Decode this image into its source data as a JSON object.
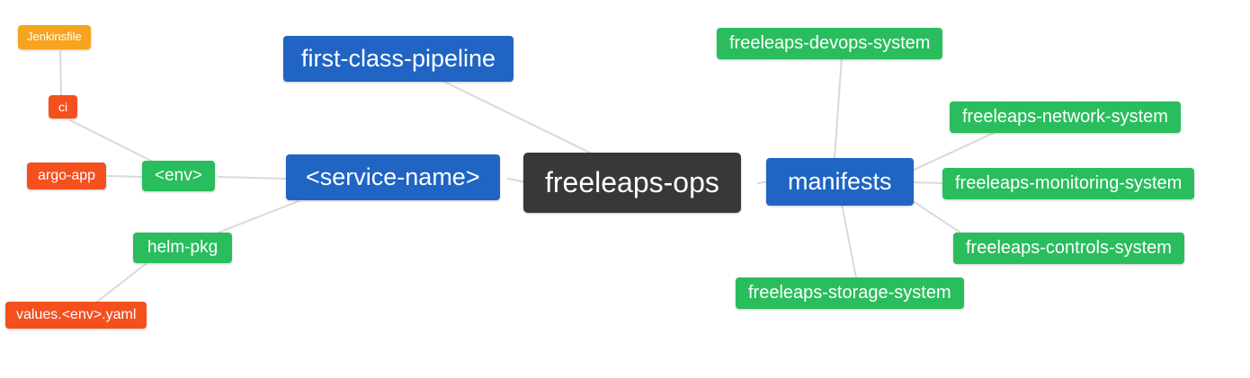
{
  "diagram": {
    "center": {
      "label": "freeleaps-ops"
    },
    "nodes": {
      "first_class_pipeline": {
        "label": "first-class-pipeline"
      },
      "service_name": {
        "label": "<service-name>"
      },
      "manifests": {
        "label": "manifests"
      },
      "env": {
        "label": "<env>"
      },
      "ci": {
        "label": "ci"
      },
      "jenkinsfile": {
        "label": "Jenkinsfile"
      },
      "argo_app": {
        "label": "argo-app"
      },
      "helm_pkg": {
        "label": "helm-pkg"
      },
      "values_env_yaml": {
        "label": "values.<env>.yaml"
      },
      "devops_system": {
        "label": "freeleaps-devops-system"
      },
      "network_system": {
        "label": "freeleaps-network-system"
      },
      "monitoring_system": {
        "label": "freeleaps-monitoring-system"
      },
      "controls_system": {
        "label": "freeleaps-controls-system"
      },
      "storage_system": {
        "label": "freeleaps-storage-system"
      }
    },
    "edges": [
      {
        "from": "freeleaps-ops",
        "to": "first-class-pipeline"
      },
      {
        "from": "freeleaps-ops",
        "to": "<service-name>"
      },
      {
        "from": "freeleaps-ops",
        "to": "manifests"
      },
      {
        "from": "<service-name>",
        "to": "<env>"
      },
      {
        "from": "<service-name>",
        "to": "helm-pkg"
      },
      {
        "from": "<env>",
        "to": "ci"
      },
      {
        "from": "<env>",
        "to": "argo-app"
      },
      {
        "from": "ci",
        "to": "Jenkinsfile"
      },
      {
        "from": "helm-pkg",
        "to": "values.<env>.yaml"
      },
      {
        "from": "manifests",
        "to": "freeleaps-devops-system"
      },
      {
        "from": "manifests",
        "to": "freeleaps-network-system"
      },
      {
        "from": "manifests",
        "to": "freeleaps-monitoring-system"
      },
      {
        "from": "manifests",
        "to": "freeleaps-controls-system"
      },
      {
        "from": "manifests",
        "to": "freeleaps-storage-system"
      }
    ],
    "colors": {
      "blue": "#2064c4",
      "green": "#2abd5d",
      "red": "#f4501e",
      "orange": "#f6a41d",
      "dark": "#383838",
      "edge": "#d9d9d9",
      "text": "#ffffff",
      "background": "#ffffff"
    }
  }
}
